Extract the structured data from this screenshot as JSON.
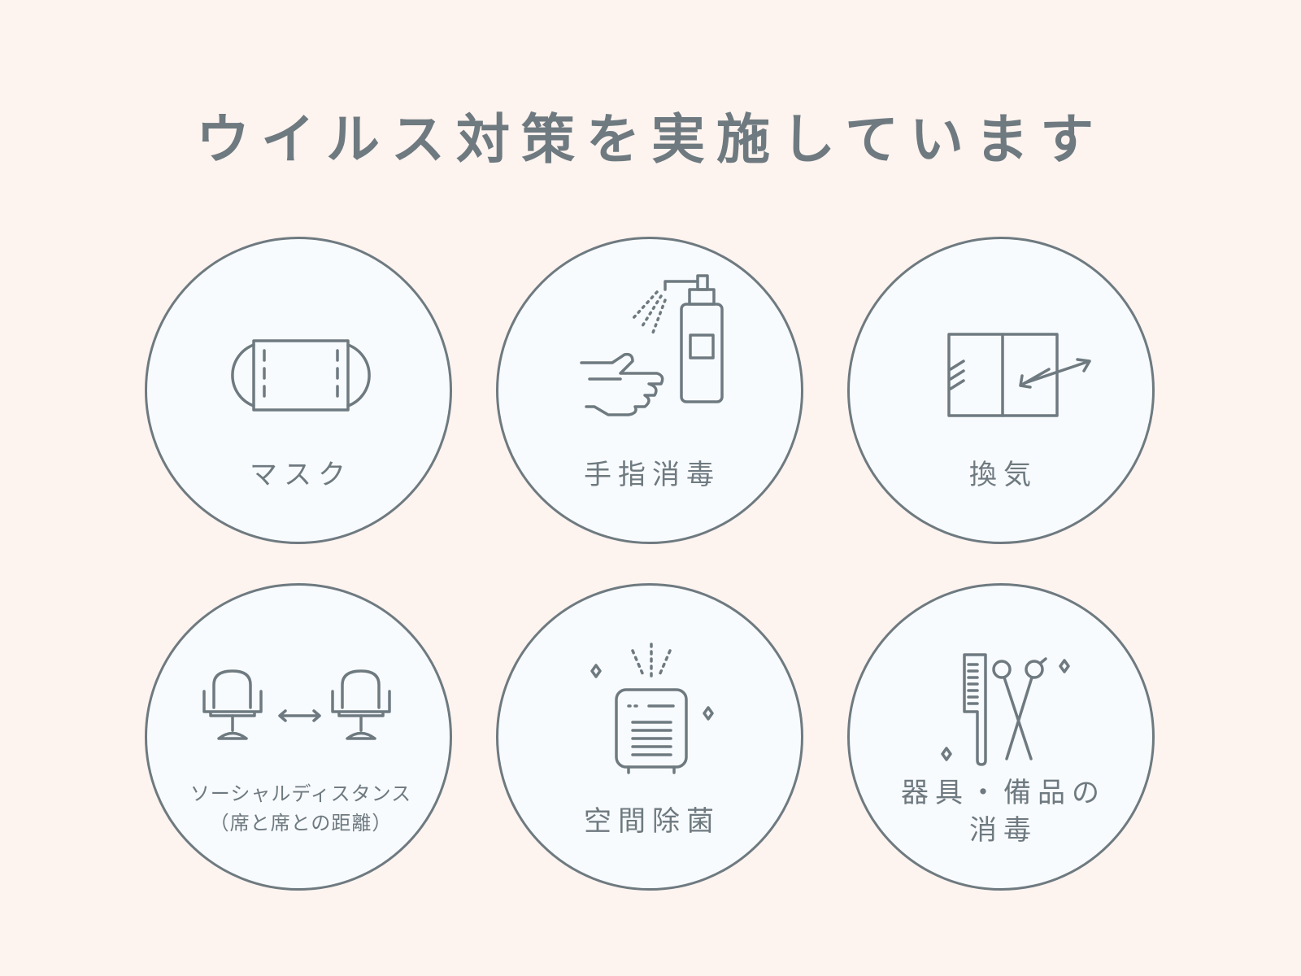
{
  "title": "ウイルス対策を実施しています",
  "colors": {
    "background": "#fdf3ef",
    "circle_fill": "#f8fbfe",
    "stroke": "#6e7a80"
  },
  "measures": [
    {
      "label": "マスク",
      "icon": "mask-icon"
    },
    {
      "label": "手指消毒",
      "icon": "hand-sanitizer-icon"
    },
    {
      "label": "換気",
      "icon": "window-ventilation-icon"
    },
    {
      "label_line1": "ソーシャルディスタンス",
      "label_line2": "（席と席との距離）",
      "icon": "salon-chairs-distance-icon"
    },
    {
      "label": "空間除菌",
      "icon": "air-purifier-icon"
    },
    {
      "label_line1": "器具・備品の",
      "label_line2": "消毒",
      "icon": "comb-scissors-icon"
    }
  ]
}
